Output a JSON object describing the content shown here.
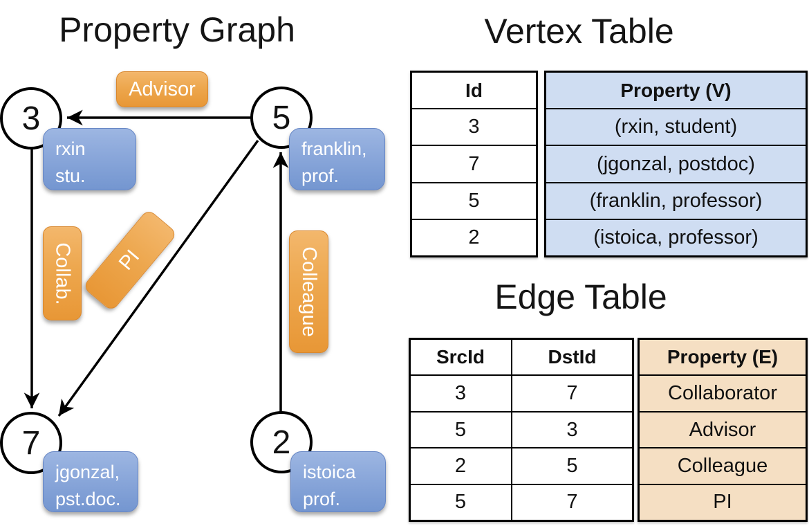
{
  "graph": {
    "title": "Property Graph",
    "nodes": [
      {
        "id": "3",
        "prop1": "rxin",
        "prop2": "stu."
      },
      {
        "id": "5",
        "prop1": "franklin,",
        "prop2": "prof."
      },
      {
        "id": "7",
        "prop1": "jgonzal,",
        "prop2": "pst.doc."
      },
      {
        "id": "2",
        "prop1": "istoica",
        "prop2": "prof."
      }
    ],
    "edge_labels": {
      "advisor": "Advisor",
      "collab": "Collab.",
      "pi": "PI",
      "colleague": "Colleague"
    }
  },
  "vertex_table": {
    "title": "Vertex Table",
    "col_id": "Id",
    "col_property": "Property (V)",
    "rows": [
      {
        "id": "3",
        "property": "(rxin, student)"
      },
      {
        "id": "7",
        "property": "(jgonzal, postdoc)"
      },
      {
        "id": "5",
        "property": "(franklin, professor)"
      },
      {
        "id": "2",
        "property": "(istoica, professor)"
      }
    ]
  },
  "edge_table": {
    "title": "Edge Table",
    "col_src": "SrcId",
    "col_dst": "DstId",
    "col_property": "Property (E)",
    "rows": [
      {
        "src": "3",
        "dst": "7",
        "property": "Collaborator"
      },
      {
        "src": "5",
        "dst": "3",
        "property": "Advisor"
      },
      {
        "src": "2",
        "dst": "5",
        "property": "Colleague"
      },
      {
        "src": "5",
        "dst": "7",
        "property": "PI"
      }
    ]
  },
  "colors": {
    "orange_top": "#f3b76c",
    "orange_bottom": "#e89736",
    "blue_top": "#9db6e2",
    "blue_bottom": "#7496d0",
    "vertex_cell_bg": "#cfddf2",
    "edge_cell_bg": "#f5dfc3",
    "line": "#000000"
  }
}
